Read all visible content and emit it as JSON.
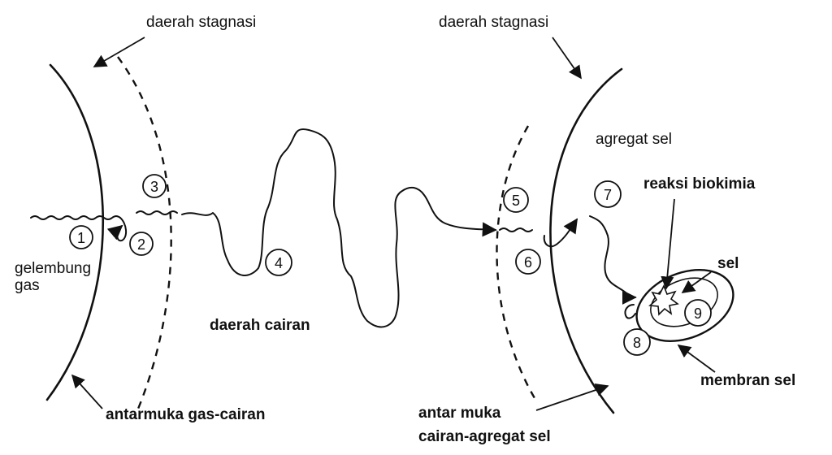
{
  "diagram": {
    "labels": {
      "stagnation_left": "daerah stagnasi",
      "stagnation_right": "daerah stagnasi",
      "bubble_line1": "gelembung",
      "bubble_line2": "gas",
      "liquid_region": "daerah cairan",
      "gas_liquid_interface": "antarmuka gas-cairan",
      "liquid_aggregate_interface_line1": "antar muka",
      "liquid_aggregate_interface_line2": "cairan-agregat sel",
      "cell_aggregate": "agregat sel",
      "biochemical_reaction": "reaksi biokimia",
      "cell": "sel",
      "cell_membrane": "membran sel"
    },
    "steps": [
      "1",
      "2",
      "3",
      "4",
      "5",
      "6",
      "7",
      "8",
      "9"
    ]
  }
}
